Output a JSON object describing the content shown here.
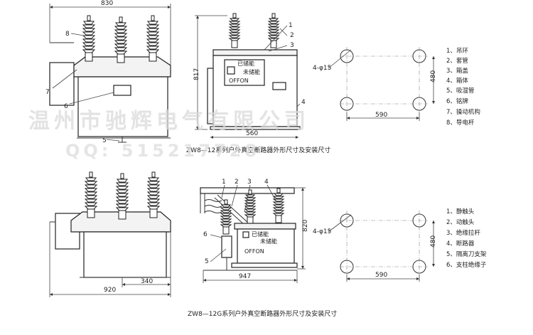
{
  "top": {
    "front_view": {
      "width_dim": "830",
      "part_labels": [
        "8",
        "7",
        "6",
        "5"
      ]
    },
    "side_view": {
      "height_dim": "817",
      "width_dim": "560",
      "part_labels": [
        "1",
        "2",
        "3",
        "4"
      ],
      "nameplate_line1": "已储能",
      "nameplate_line2": "未储能",
      "nameplate_status": "OFFON"
    },
    "mounting": {
      "hole_spec": "4-φ15",
      "height_dim": "480",
      "width_dim": "590"
    },
    "legend": [
      "1、吊环",
      "2、套管",
      "3、箱盖",
      "4、箱体",
      "5、吸湿管",
      "6、铭牌",
      "7、操动机构",
      "8、导电杆"
    ],
    "caption": "ZW8—12系列户外真空断路器外形尺寸及安装尺寸"
  },
  "bottom": {
    "front_view": {
      "width_dim": "920",
      "offset_dim": "340"
    },
    "side_view": {
      "height_dim": "820",
      "width_dim": "947",
      "part_labels": [
        "1",
        "2",
        "3",
        "4",
        "6",
        "5"
      ],
      "nameplate_line1": "已储能",
      "nameplate_line2": "未储能",
      "nameplate_status": "OFFON"
    },
    "mounting": {
      "hole_spec": "4-φ15",
      "height_dim": "480",
      "width_dim": "590"
    },
    "legend": [
      "1、静触头",
      "2、动触头",
      "3、绝缘拉杆",
      "4、断路器",
      "5、隔离刀支架",
      "6、支柱绝缘子"
    ],
    "caption": "ZW8—12G系列户外真空断路器外形尺寸及安装尺寸"
  },
  "watermark": {
    "line1": "温州市驰辉电气有限公司",
    "line2": "QQ: 515217728"
  }
}
